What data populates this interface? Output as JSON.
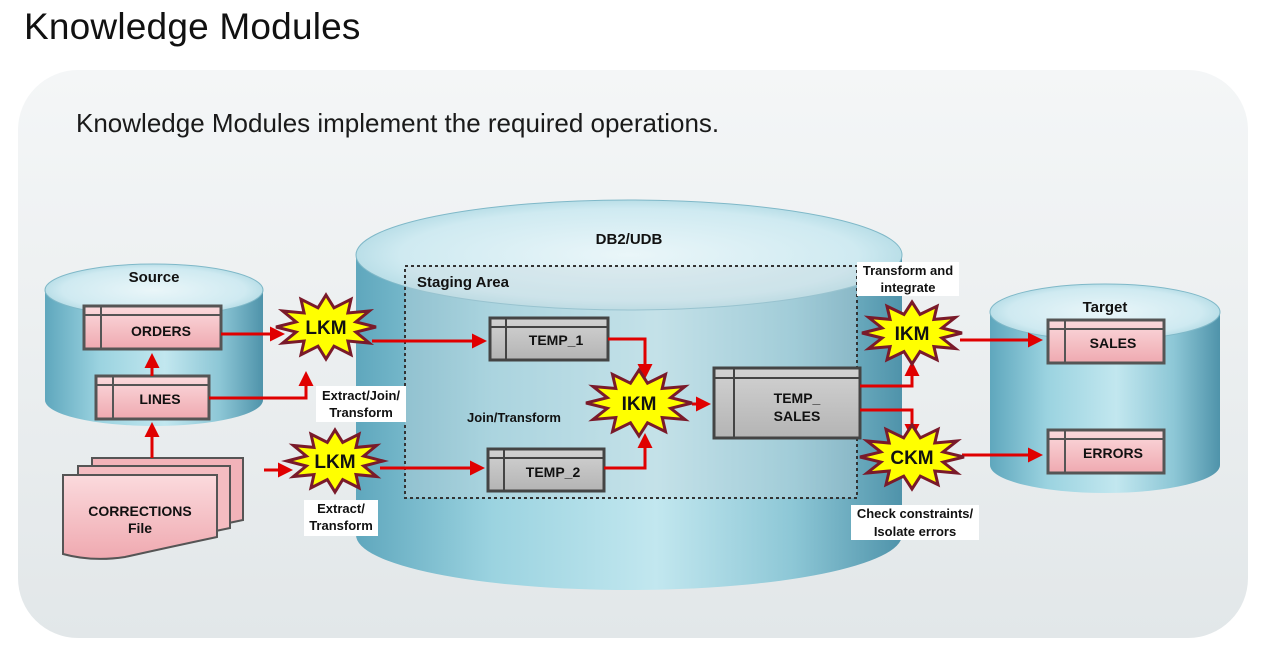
{
  "title": "Knowledge Modules",
  "subtitle": "Knowledge Modules implement the required operations.",
  "databases": {
    "source": "Source",
    "staging_db": "DB2/UDB",
    "target": "Target"
  },
  "staging_area": "Staging Area",
  "tables": {
    "orders": "ORDERS",
    "lines": "LINES",
    "temp1": "TEMP_1",
    "temp2": "TEMP_2",
    "temp_sales_1": "TEMP_",
    "temp_sales_2": "SALES",
    "sales": "SALES",
    "errors": "ERRORS"
  },
  "file": {
    "line1": "CORRECTIONS",
    "line2": "File"
  },
  "modules": {
    "lkm_top": "LKM",
    "lkm_bottom": "LKM",
    "ikm_center": "IKM",
    "ikm_right": "IKM",
    "ckm": "CKM"
  },
  "labels": {
    "extract_join_1": "Extract/Join/",
    "extract_join_2": "Transform",
    "extract_1": "Extract/",
    "extract_2": "Transform",
    "join_transform": "Join/Transform",
    "transform_integrate_1": "Transform and",
    "transform_integrate_2": "integrate",
    "check_1": "Check constraints/",
    "check_2": "Isolate errors"
  },
  "colors": {
    "arrow": "#e00000",
    "star_fill": "#ffff00",
    "star_stroke": "#7a1a2a",
    "db_body": "#8cc8d8",
    "table_pink": "#f7c8cc",
    "table_gray": "#c6c6c6"
  }
}
